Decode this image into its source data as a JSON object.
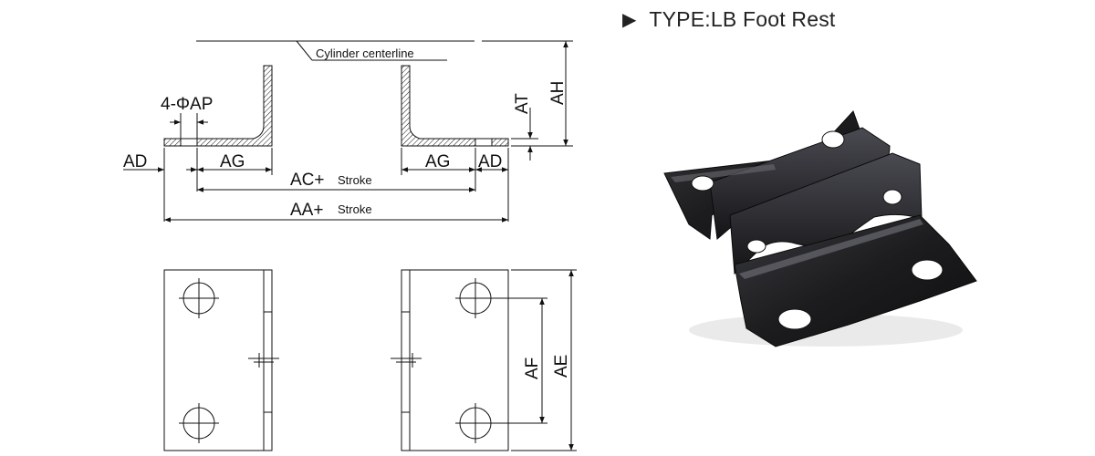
{
  "header": {
    "arrow_glyph": "▶",
    "title": "TYPE:LB Foot Rest"
  },
  "side_view": {
    "centerline_label": "Cylinder centerline",
    "hole_label": "4-ΦAP",
    "ad_left": "AD",
    "ag_left": "AG",
    "ag_right": "AG",
    "ad_right": "AD",
    "ac_label": "AC+",
    "ac_stroke": "Stroke",
    "aa_label": "AA+",
    "aa_stroke": "Stroke",
    "at_label": "AT",
    "ah_label": "AH"
  },
  "plan_view": {
    "af_label": "AF",
    "ae_label": "AE"
  },
  "colors": {
    "line": "#111111",
    "bracket_dark": "#1c1c1e",
    "bracket_highlight": "#55565c"
  }
}
